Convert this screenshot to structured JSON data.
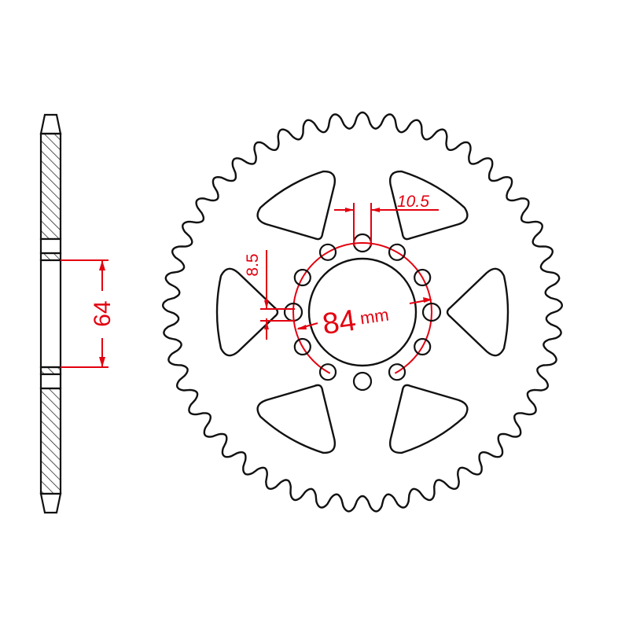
{
  "drawing": {
    "subject": "sprocket",
    "line_color": "#111111",
    "dimension_color": "#e3000f",
    "background": "#ffffff"
  },
  "side_view": {
    "dimension": {
      "value": "64",
      "meaning": "hub width / center bore section"
    }
  },
  "front_view": {
    "teeth_count": 45,
    "lightening_holes": 6,
    "bolt_holes": 12,
    "dimensions": {
      "bolt_hole_spacing": "10.5",
      "bolt_hole_diameter": "8.5",
      "bolt_circle_value": "84",
      "bolt_circle_unit": "mm"
    }
  }
}
